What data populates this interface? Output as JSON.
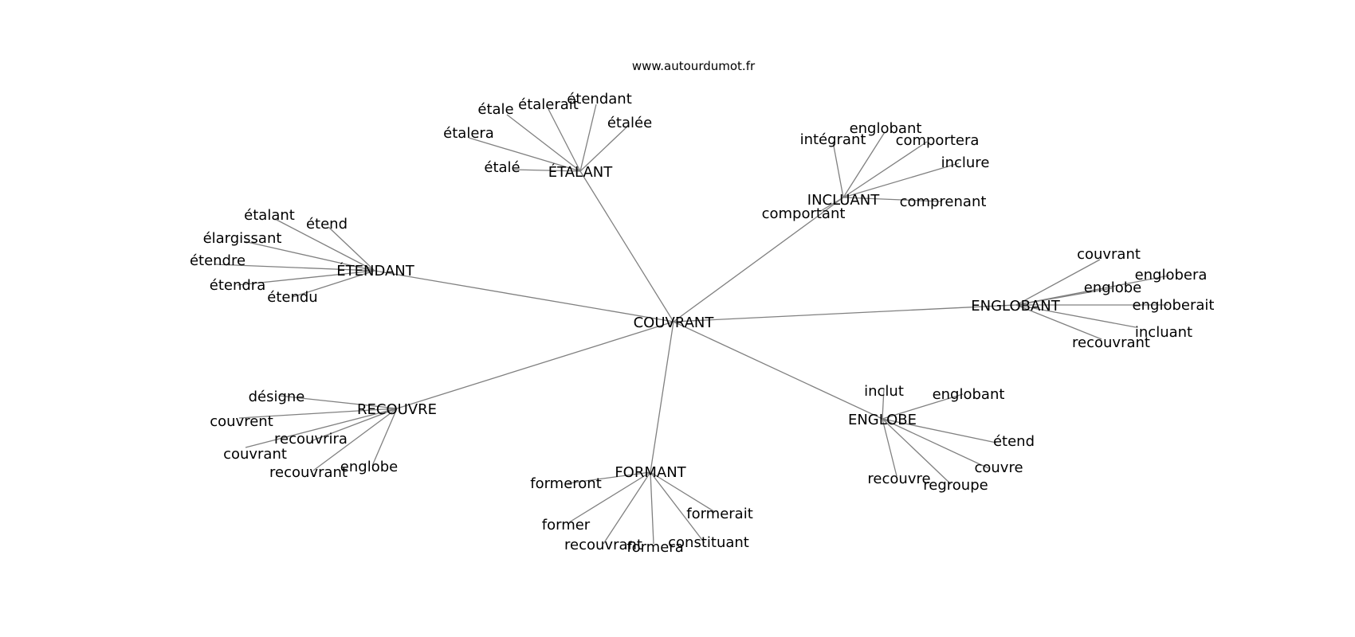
{
  "site": "www.autourdumot.fr",
  "center": "COUVRANT",
  "clusters": [
    {
      "hub": "ÉTALANT",
      "leaves": [
        "étalerait",
        "étendant",
        "étale",
        "étalée",
        "étalera",
        "étalé"
      ]
    },
    {
      "hub": "INCLUANT",
      "leaves": [
        "englobant",
        "intégrant",
        "comportera",
        "inclure",
        "comprenant",
        "comportant"
      ]
    },
    {
      "hub": "ÉTENDANT",
      "leaves": [
        "étalant",
        "étend",
        "élargissant",
        "étendre",
        "étendra",
        "étendu"
      ]
    },
    {
      "hub": "ENGLOBANT",
      "leaves": [
        "couvrant",
        "englobera",
        "englobe",
        "engloberait",
        "incluant",
        "recouvrant"
      ]
    },
    {
      "hub": "RECOUVRE",
      "leaves": [
        "désigne",
        "couvrent",
        "recouvrira",
        "couvrant",
        "recouvrant",
        "englobe"
      ]
    },
    {
      "hub": "ENGLOBE",
      "leaves": [
        "inclut",
        "englobant",
        "étend",
        "couvre",
        "recouvre",
        "regroupe"
      ]
    },
    {
      "hub": "FORMANT",
      "leaves": [
        "formeront",
        "formerait",
        "former",
        "constituant",
        "recouvrant",
        "formera"
      ]
    }
  ]
}
